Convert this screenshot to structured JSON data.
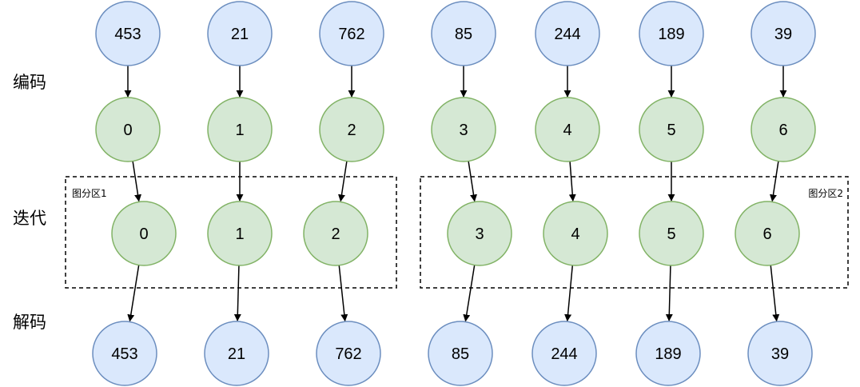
{
  "stage_labels": {
    "encode": "编码",
    "iterate": "迭代",
    "decode": "解码"
  },
  "partitions": [
    {
      "label": "图分区1"
    },
    {
      "label": "图分区2"
    }
  ],
  "columns": [
    {
      "value": "453",
      "id": "0",
      "partition": 0
    },
    {
      "value": "21",
      "id": "1",
      "partition": 0
    },
    {
      "value": "762",
      "id": "2",
      "partition": 0
    },
    {
      "value": "85",
      "id": "3",
      "partition": 1
    },
    {
      "value": "244",
      "id": "4",
      "partition": 1
    },
    {
      "value": "189",
      "id": "5",
      "partition": 1
    },
    {
      "value": "39",
      "id": "6",
      "partition": 1
    }
  ],
  "colors": {
    "value_fill": "#dae8fc",
    "value_stroke": "#6c8ebf",
    "id_fill": "#d5e8d4",
    "id_stroke": "#82b366",
    "edge": "#000000"
  }
}
